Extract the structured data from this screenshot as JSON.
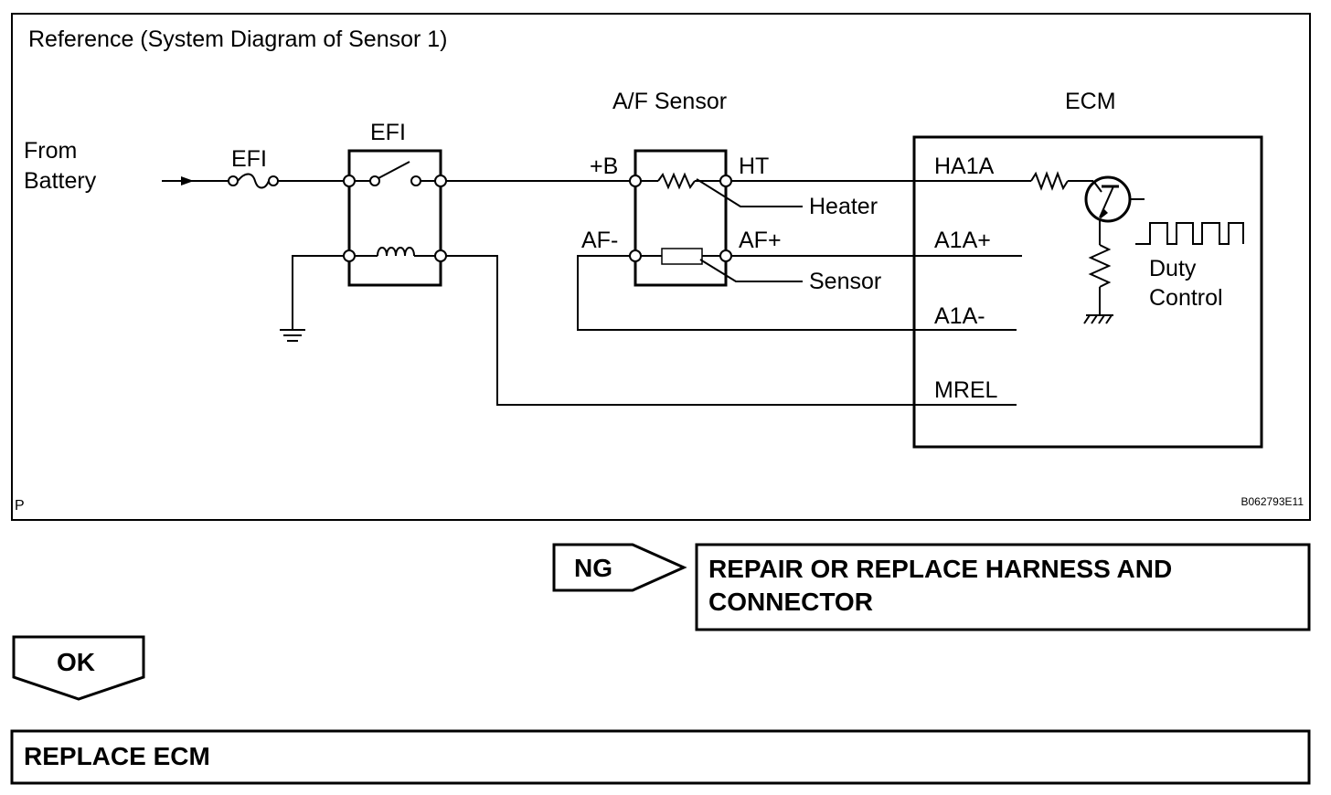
{
  "reference_title": "Reference (System Diagram of Sensor 1)",
  "corner_letter": "P",
  "figure_code": "B062793E11",
  "battery_label_line1": "From",
  "battery_label_line2": "Battery",
  "fuse_label": "EFI",
  "relay_label": "EFI",
  "sensor_title": "A/F Sensor",
  "ecm_title": "ECM",
  "sensor_terminals": {
    "plus_b": "+B",
    "ht": "HT",
    "af_minus": "AF-",
    "af_plus": "AF+"
  },
  "sensor_parts": {
    "heater": "Heater",
    "sensor": "Sensor"
  },
  "ecm_terminals": {
    "ha1a": "HA1A",
    "a1a_plus": "A1A+",
    "a1a_minus": "A1A-",
    "mrel": "MREL"
  },
  "duty_label_line1": "Duty",
  "duty_label_line2": "Control",
  "flow": {
    "ng_label": "NG",
    "ng_action_line1": "REPAIR OR REPLACE HARNESS AND",
    "ng_action_line2": "CONNECTOR",
    "ok_label": "OK",
    "ok_action": "REPLACE ECM"
  }
}
